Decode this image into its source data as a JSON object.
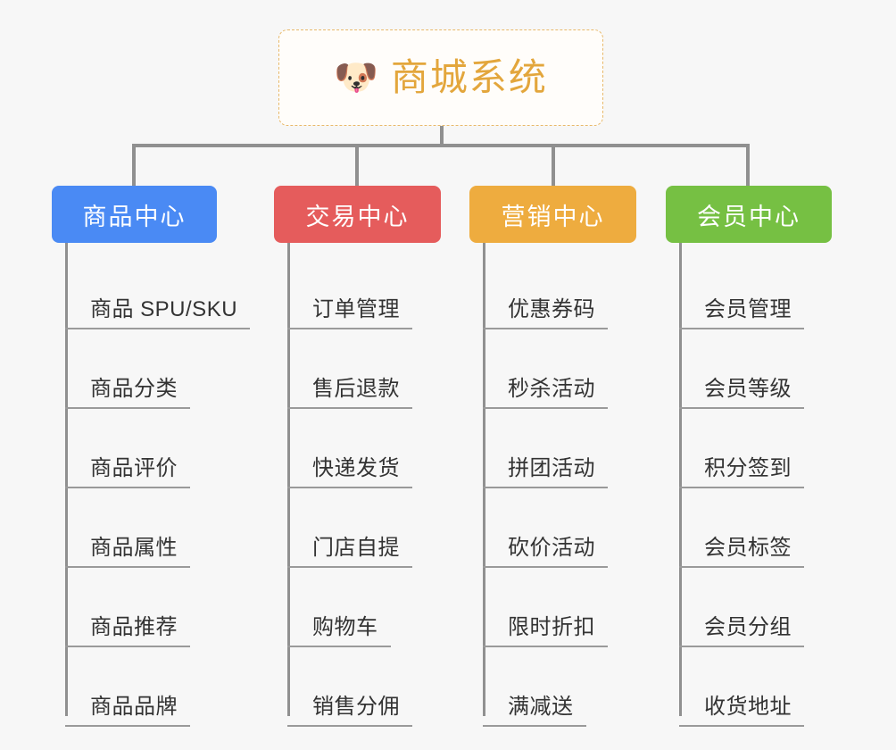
{
  "page": {
    "background_color": "#f7f7f7",
    "type": "mind-map"
  },
  "root": {
    "emoji": "🐶",
    "emoji_name": "dog-face-emoji",
    "title": "商城系统",
    "title_color": "#e3a63c",
    "border_color": "#e8b96a",
    "background_color": "#fffdfa"
  },
  "connector": {
    "color": "#909090"
  },
  "branches": [
    {
      "label": "商品中心",
      "color": "#4a8af4",
      "text_color": "#ffffff",
      "items": [
        "商品 SPU/SKU",
        "商品分类",
        "商品评价",
        "商品属性",
        "商品推荐",
        "商品品牌"
      ]
    },
    {
      "label": "交易中心",
      "color": "#e55c5c",
      "text_color": "#ffffff",
      "items": [
        "订单管理",
        "售后退款",
        "快递发货",
        "门店自提",
        "购物车",
        "销售分佣"
      ]
    },
    {
      "label": "营销中心",
      "color": "#eeac3f",
      "text_color": "#ffffff",
      "items": [
        "优惠券码",
        "秒杀活动",
        "拼团活动",
        "砍价活动",
        "限时折扣",
        "满减送"
      ]
    },
    {
      "label": "会员中心",
      "color": "#76c043",
      "text_color": "#ffffff",
      "items": [
        "会员管理",
        "会员等级",
        "积分签到",
        "会员标签",
        "会员分组",
        "收货地址"
      ]
    }
  ]
}
